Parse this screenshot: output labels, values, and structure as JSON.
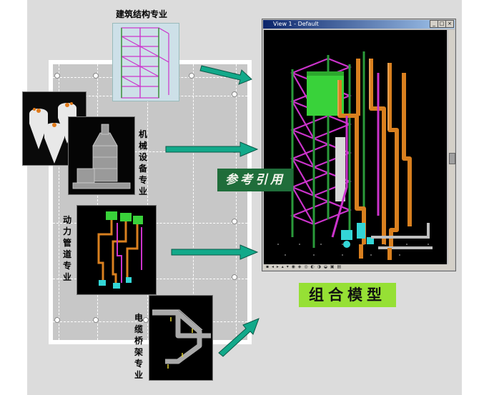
{
  "labels": {
    "structure": "建筑结构专业",
    "mechanical": "机械设备专业",
    "piping": "动力管道专业",
    "cable": "电缆桥架专业"
  },
  "window": {
    "title": "View 1 - Default"
  },
  "reference_label": "参考引用",
  "combined_label": "组合模型",
  "colors": {
    "arrow": "#12a98a",
    "steel": "#cc33cc",
    "pipe": "#d9801f",
    "equipment_green": "#39d23a",
    "cyan_equipment": "#33d6d6",
    "reference_bg": "#1f6d3a",
    "combined_bg": "#96e035"
  }
}
